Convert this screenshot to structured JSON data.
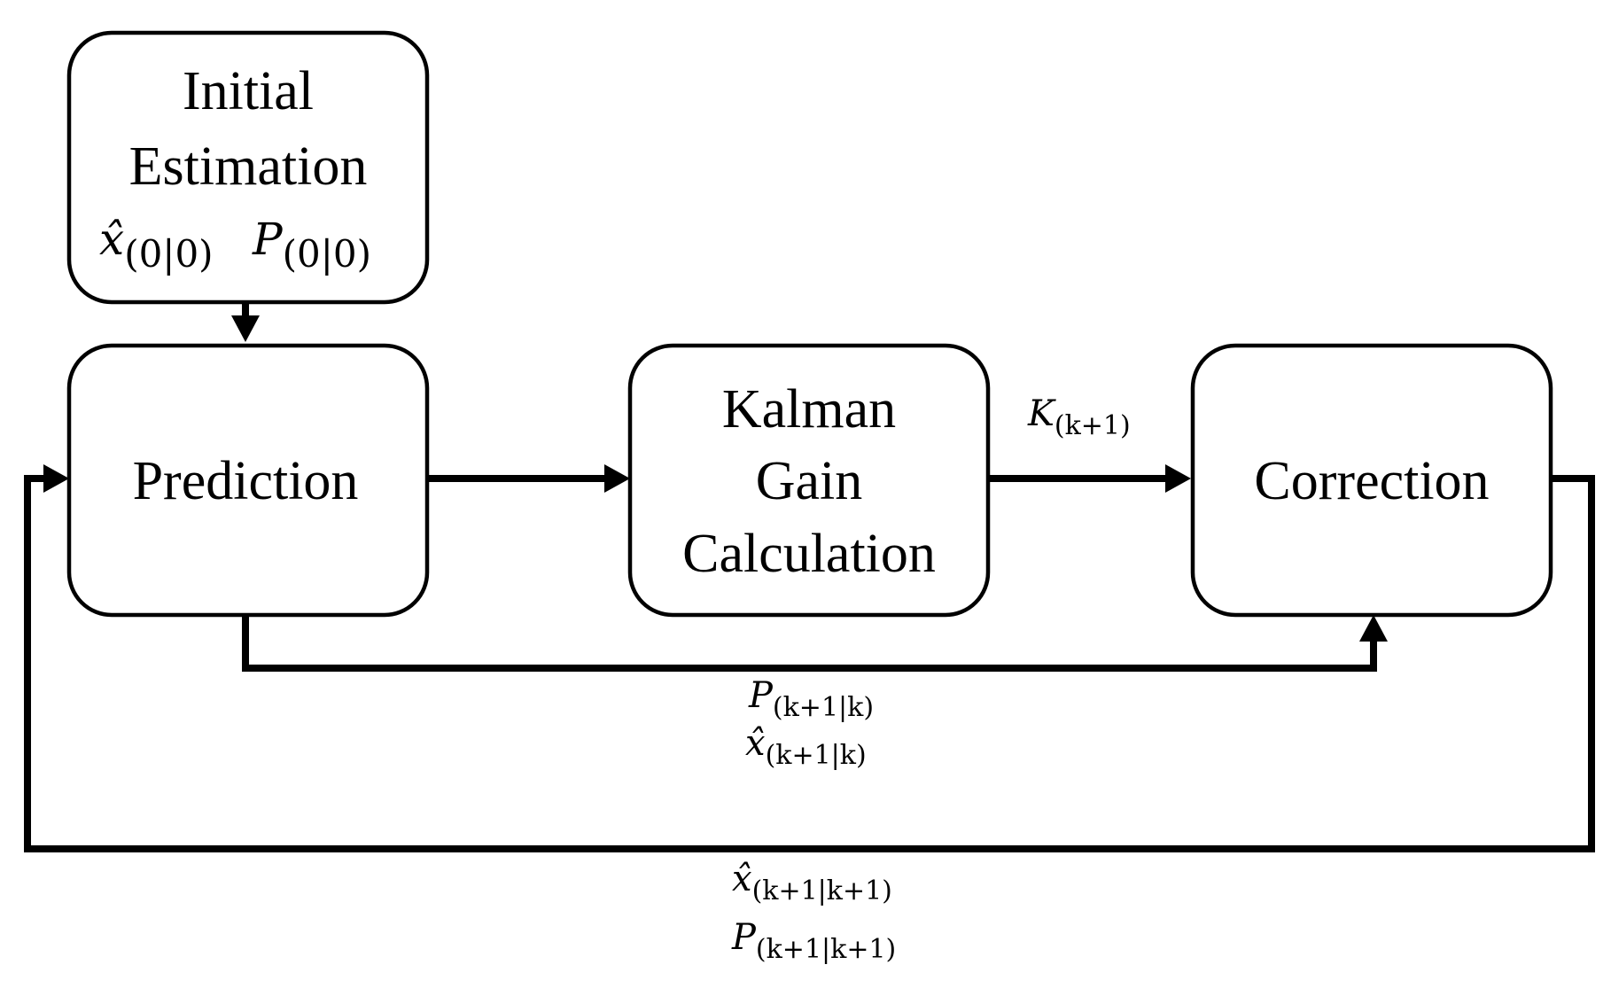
{
  "blocks": {
    "initial": {
      "lines": [
        "Initial",
        "Estimation"
      ],
      "state_symbol": "x̂",
      "state_subscript": "(0|0)",
      "cov_symbol": "P",
      "cov_subscript": "(0|0)"
    },
    "prediction": {
      "label": "Prediction"
    },
    "kalman": {
      "lines": [
        "Kalman",
        "Gain",
        "Calculation"
      ]
    },
    "correction": {
      "label": "Correction"
    }
  },
  "signals": {
    "gain": {
      "symbol": "K",
      "subscript": "(k+1)"
    },
    "predicted": {
      "cov_symbol": "P",
      "cov_subscript": "(k+1|k)",
      "state_symbol": "x̂",
      "state_subscript": "(k+1|k)"
    },
    "updated": {
      "state_symbol": "x̂",
      "state_subscript": "(k+1|k+1)",
      "cov_symbol": "P",
      "cov_subscript": "(k+1|k+1)"
    }
  }
}
